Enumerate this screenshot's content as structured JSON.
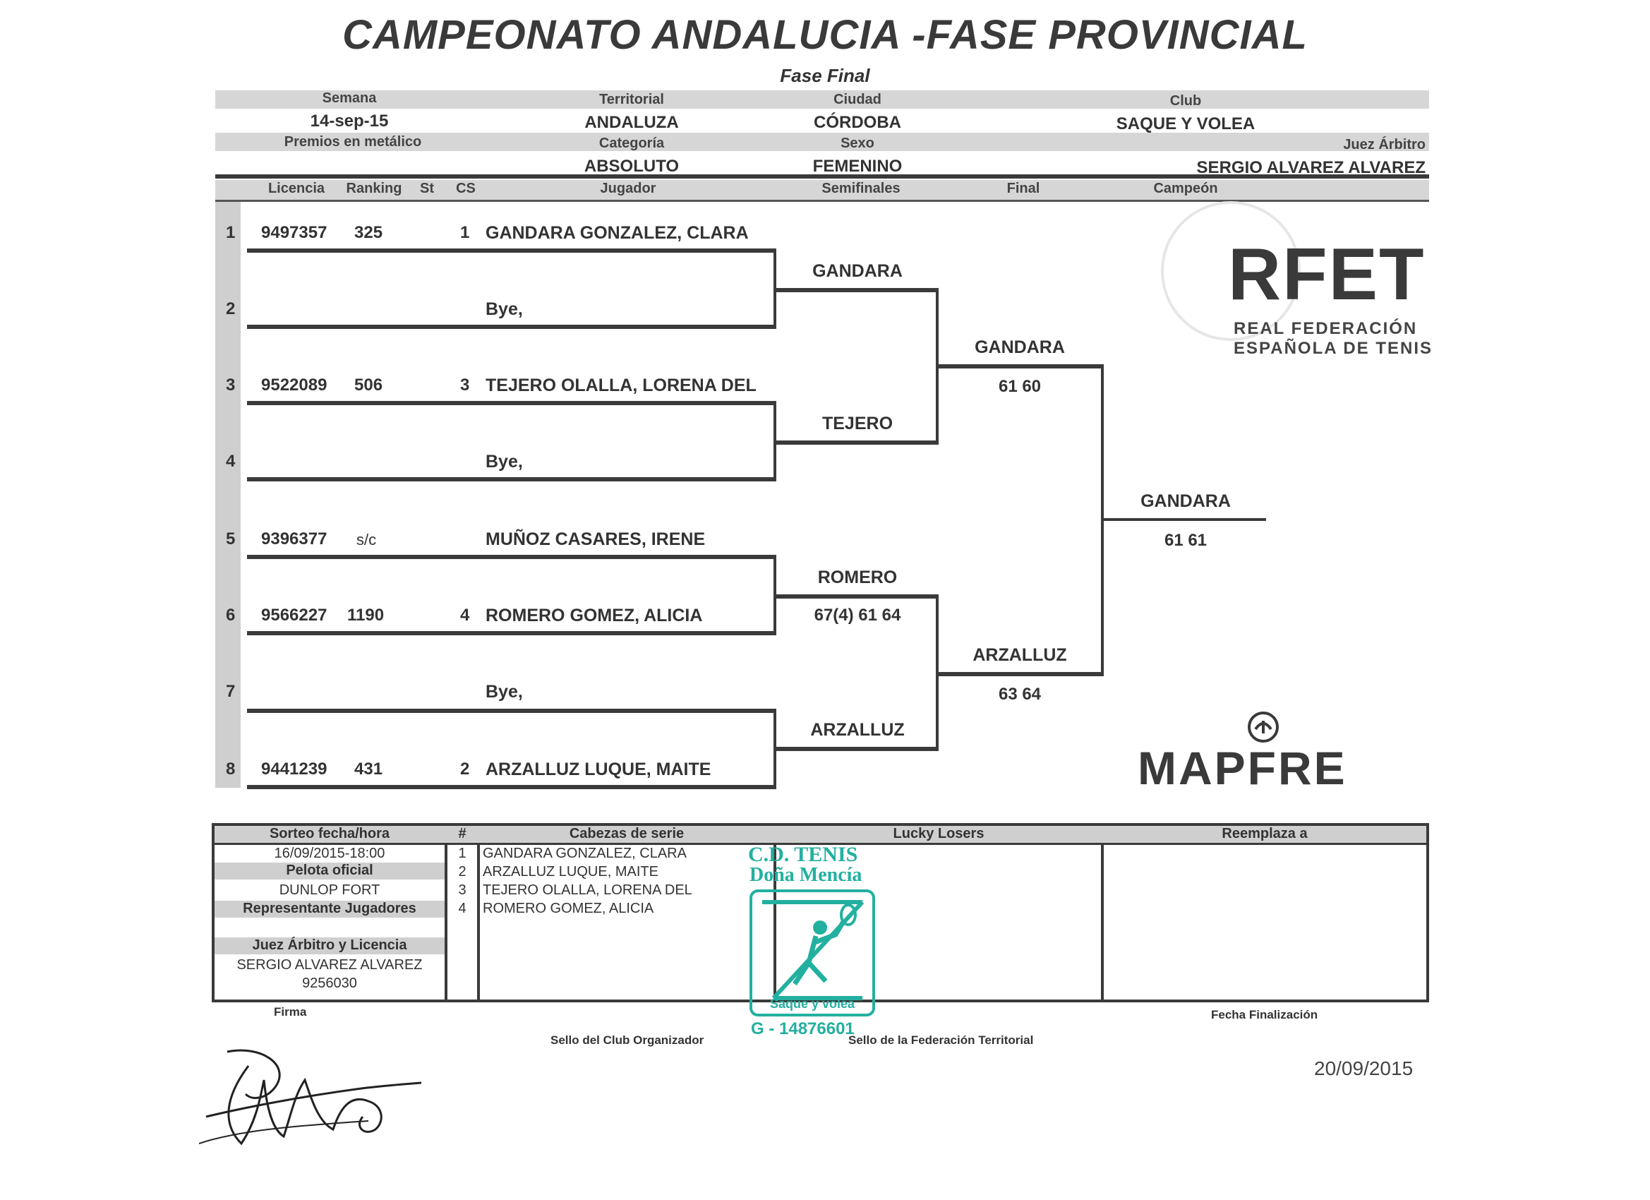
{
  "header": {
    "title": "CAMPEONATO ANDALUCIA -FASE PROVINCIAL",
    "subtitle": "Fase Final",
    "semana_label": "Semana",
    "semana_value": "14-sep-15",
    "premios_label": "Premios en metálico",
    "territorial_label": "Territorial",
    "territorial_value": "ANDALUZA",
    "categoria_label": "Categoría",
    "categoria_value": "ABSOLUTO",
    "ciudad_label": "Ciudad",
    "ciudad_value": "CÓRDOBA",
    "sexo_label": "Sexo",
    "sexo_value": "FEMENINO",
    "club_label": "Club",
    "club_value": "SAQUE Y VOLEA",
    "juez_label": "Juez Árbitro",
    "juez_value": "SERGIO ALVAREZ ALVAREZ"
  },
  "columns": {
    "licencia": "Licencia",
    "ranking": "Ranking",
    "st": "St",
    "cs": "CS",
    "jugador": "Jugador",
    "semifinales": "Semifinales",
    "final": "Final",
    "campeon": "Campeón"
  },
  "draw": [
    {
      "pos": "1",
      "licencia": "9497357",
      "ranking": "325",
      "cs": "1",
      "jugador": "GANDARA GONZALEZ, CLARA"
    },
    {
      "pos": "2",
      "licencia": "",
      "ranking": "",
      "cs": "",
      "jugador": "Bye,"
    },
    {
      "pos": "3",
      "licencia": "9522089",
      "ranking": "506",
      "cs": "3",
      "jugador": "TEJERO OLALLA, LORENA DEL"
    },
    {
      "pos": "4",
      "licencia": "",
      "ranking": "",
      "cs": "",
      "jugador": "Bye,"
    },
    {
      "pos": "5",
      "licencia": "9396377",
      "ranking": "s/c",
      "cs": "",
      "jugador": "MUÑOZ CASARES, IRENE"
    },
    {
      "pos": "6",
      "licencia": "9566227",
      "ranking": "1190",
      "cs": "4",
      "jugador": "ROMERO GOMEZ, ALICIA"
    },
    {
      "pos": "7",
      "licencia": "",
      "ranking": "",
      "cs": "",
      "jugador": "Bye,"
    },
    {
      "pos": "8",
      "licencia": "9441239",
      "ranking": "431",
      "cs": "2",
      "jugador": "ARZALLUZ LUQUE, MAITE"
    }
  ],
  "semifinals": [
    {
      "name": "GANDARA",
      "score": ""
    },
    {
      "name": "TEJERO",
      "score": ""
    },
    {
      "name": "ROMERO",
      "score": "67(4) 61 64"
    },
    {
      "name": "ARZALLUZ",
      "score": ""
    }
  ],
  "finals": [
    {
      "name": "GANDARA",
      "score": "61 60"
    },
    {
      "name": "ARZALLUZ",
      "score": "63 64"
    }
  ],
  "champion": {
    "name": "GANDARA",
    "score": "61 61"
  },
  "logos": {
    "rfet_big": "RFET",
    "rfet_line1": "REAL FEDERACIÓN",
    "rfet_line2": "ESPAÑOLA DE TENIS",
    "mapfre": "MAPFRE"
  },
  "bottom": {
    "sorteo_label": "Sorteo fecha/hora",
    "sorteo_value": "16/09/2015-18:00",
    "pelota_label": "Pelota oficial",
    "pelota_value": "DUNLOP FORT",
    "representante_label": "Representante Jugadores",
    "juez_licencia_label": "Juez Árbitro y Licencia",
    "juez_name": "SERGIO ALVAREZ ALVAREZ",
    "juez_licencia": "9256030",
    "hash_label": "#",
    "cabezas_label": "Cabezas de serie",
    "seeds": [
      {
        "n": "1",
        "name": "GANDARA GONZALEZ, CLARA"
      },
      {
        "n": "2",
        "name": "ARZALLUZ LUQUE, MAITE"
      },
      {
        "n": "3",
        "name": "TEJERO OLALLA, LORENA DEL"
      },
      {
        "n": "4",
        "name": "ROMERO GOMEZ, ALICIA"
      }
    ],
    "lucky_label": "Lucky Losers",
    "reemplaza_label": "Reemplaza a"
  },
  "footer": {
    "firma": "Firma",
    "sello_club": "Sello del Club Organizador",
    "sello_fed": "Sello de la Federación Territorial",
    "fecha_fin_label": "Fecha Finalización",
    "fecha_fin_value": "20/09/2015"
  },
  "stamp": {
    "line1": "C.D. TENIS",
    "line2": "Doña Mencía",
    "line3": "Saque y volea",
    "code": "G - 14876601"
  },
  "colors": {
    "ink": "#3a3a3a",
    "shade": "#cfcfcf",
    "stamp": "#23b0a0"
  }
}
